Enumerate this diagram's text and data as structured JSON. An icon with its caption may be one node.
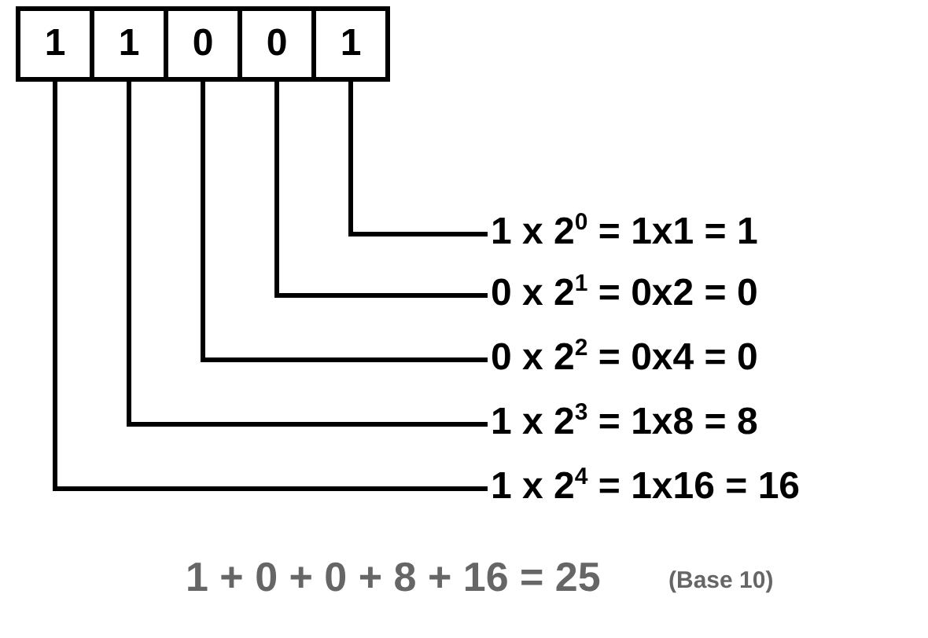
{
  "diagram": {
    "nodes": [
      {
        "text": [
          "1"
        ]
      },
      {
        "text": [
          "1"
        ]
      },
      {
        "text": [
          "0"
        ]
      },
      {
        "text": [
          "0"
        ]
      },
      {
        "text": [
          "1"
        ]
      },
      {
        "text": [
          "1 x 2$^{0}$ = 1x1 = 1"
        ]
      },
      {
        "text": [
          "0 x 2$^{1}$ = 0x2 = 0"
        ]
      },
      {
        "text": [
          "0 x 2$^{2}$ = 0x4 = 0"
        ]
      },
      {
        "text": [
          "1 x 2$^{3}$ = 1x8 = 8"
        ]
      },
      {
        "text": [
          "1 x 2$^{4}$ = 1x16 = 16"
        ]
      }
    ],
    "edges": [
      {
        "from": 4,
        "to": 5,
        "arrow": "none"
      },
      {
        "from": 3,
        "to": 6,
        "arrow": "none"
      },
      {
        "from": 2,
        "to": 7,
        "arrow": "none"
      },
      {
        "from": 1,
        "to": 8,
        "arrow": "none"
      },
      {
        "from": 0,
        "to": 9,
        "arrow": "none"
      }
    ],
    "labels": [
      "1 + 0 + 0 + 8 + 16 = 25",
      "(Base 10)"
    ]
  }
}
